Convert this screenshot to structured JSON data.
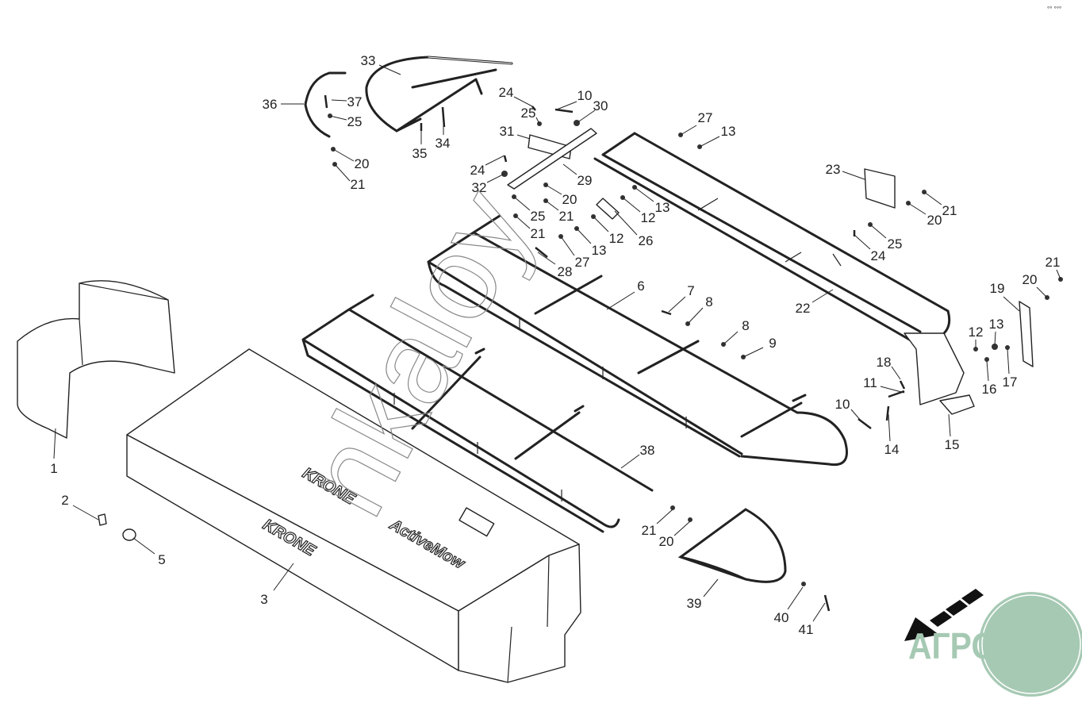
{
  "diagram": {
    "title_corner_text": "°° °°°",
    "brand_labels": {
      "krone_1": "KRONE",
      "krone_2": "KRONE",
      "model": "ActiveMow"
    },
    "watermark": "nkaloy",
    "logo_text": "АГРОНКА",
    "callouts": [
      "1",
      "2",
      "5",
      "3",
      "36",
      "37",
      "25",
      "20",
      "21",
      "33",
      "35",
      "34",
      "24",
      "25",
      "10",
      "30",
      "31",
      "24",
      "32",
      "29",
      "20",
      "25",
      "21",
      "21",
      "27",
      "13",
      "13",
      "12",
      "12",
      "26",
      "13",
      "27",
      "28",
      "6",
      "7",
      "8",
      "8",
      "9",
      "23",
      "21",
      "20",
      "25",
      "24",
      "22",
      "21",
      "20",
      "19",
      "12",
      "13",
      "16",
      "17",
      "18",
      "11",
      "10",
      "14",
      "15",
      "38",
      "21",
      "20",
      "39",
      "40",
      "41"
    ]
  }
}
